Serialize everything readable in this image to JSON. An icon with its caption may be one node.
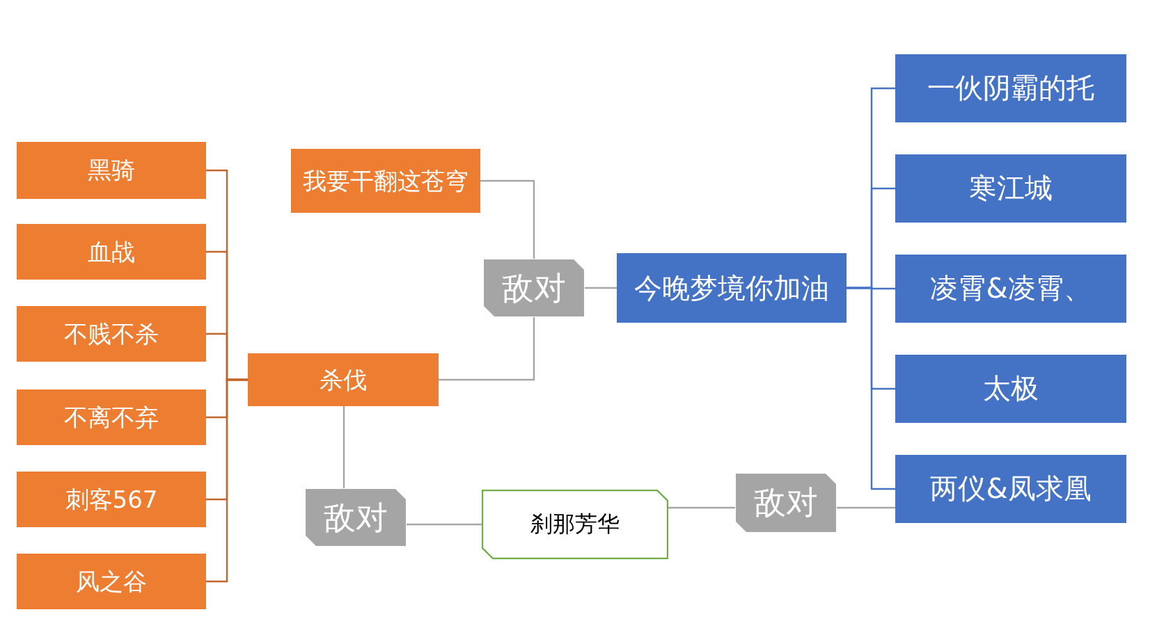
{
  "diagram": {
    "nodes": [
      {
        "text": [
          "我要干翻这苍穹"
        ]
      },
      {
        "text": [
          "敌对"
        ]
      },
      {
        "text": [
          "杀伐"
        ]
      },
      {
        "text": [
          "今晚梦境你加油"
        ]
      },
      {
        "text": [
          "一伙阴霸的托"
        ]
      },
      {
        "text": [
          "寒江城"
        ]
      },
      {
        "text": [
          "凌霄&凌霄、"
        ]
      },
      {
        "text": [
          "太极"
        ]
      },
      {
        "text": [
          "两仪&凤求凰"
        ]
      },
      {
        "text": [
          "黑骑"
        ]
      },
      {
        "text": [
          "血战"
        ]
      },
      {
        "text": [
          "不贱不杀"
        ]
      },
      {
        "text": [
          "不离不弃"
        ]
      },
      {
        "text": [
          "刺客567"
        ]
      },
      {
        "text": [
          "风之谷"
        ]
      },
      {
        "text": [
          "敌对"
        ]
      },
      {
        "text": [
          "刹那芳华"
        ]
      },
      {
        "text": [
          "敌对"
        ]
      }
    ],
    "edges": [
      {
        "from": 0,
        "to": 1,
        "arrow": "none"
      },
      {
        "from": 2,
        "to": 1,
        "arrow": "none"
      },
      {
        "from": 1,
        "to": 3,
        "arrow": "none"
      },
      {
        "from": 3,
        "to": 4,
        "arrow": "none",
        "color": "#4472c4"
      },
      {
        "from": 3,
        "to": 5,
        "arrow": "none",
        "color": "#4472c4"
      },
      {
        "from": 3,
        "to": 6,
        "arrow": "none",
        "color": "#4472c4"
      },
      {
        "from": 3,
        "to": 7,
        "arrow": "none",
        "color": "#4472c4"
      },
      {
        "from": 3,
        "to": 8,
        "arrow": "none",
        "color": "#4472c4"
      },
      {
        "from": 2,
        "to": 9,
        "arrow": "none",
        "color": "#c0662a"
      },
      {
        "from": 2,
        "to": 10,
        "arrow": "none",
        "color": "#c0662a"
      },
      {
        "from": 2,
        "to": 11,
        "arrow": "none",
        "color": "#c0662a"
      },
      {
        "from": 2,
        "to": 12,
        "arrow": "none",
        "color": "#c0662a"
      },
      {
        "from": 2,
        "to": 13,
        "arrow": "none",
        "color": "#c0662a"
      },
      {
        "from": 2,
        "to": 14,
        "arrow": "none",
        "color": "#c0662a"
      },
      {
        "from": 2,
        "to": 15,
        "arrow": "none"
      },
      {
        "from": 15,
        "to": 16,
        "arrow": "none"
      },
      {
        "from": 16,
        "to": 17,
        "arrow": "none"
      },
      {
        "from": 17,
        "to": 8,
        "arrow": "none"
      }
    ]
  }
}
